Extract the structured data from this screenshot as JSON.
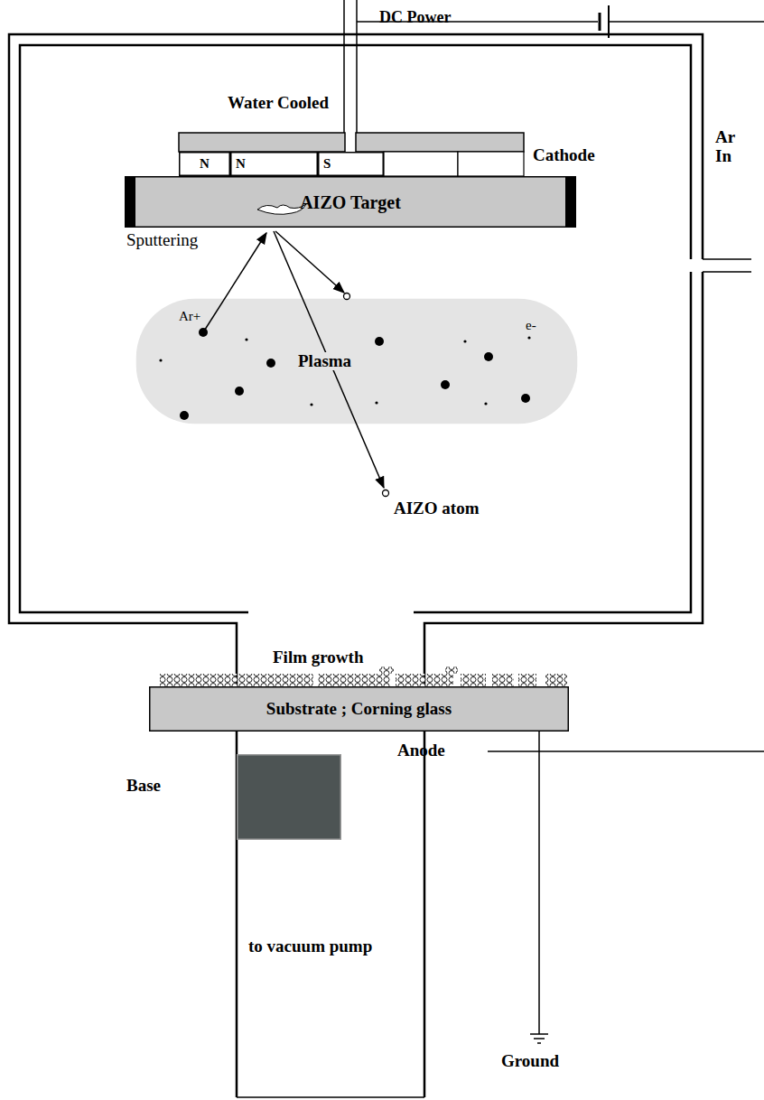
{
  "diagram": {
    "nodes": [
      {
        "text": [
          "N"
        ]
      },
      {
        "text": [
          "N"
        ]
      },
      {
        "text": [
          "S"
        ]
      },
      {
        "text": [
          "AIZO Target"
        ]
      },
      {
        "text": [
          "Plasma"
        ]
      },
      {
        "text": [
          "Substrate ; Corning glass"
        ]
      },
      {
        "text": [
          "Anode"
        ]
      }
    ],
    "labels": [
      "DC Power",
      "Water Cooled",
      "Cathode",
      "Ar In",
      "Sputtering",
      "Ar+",
      "e-",
      "AIZO atom",
      "Film growth",
      "Base",
      "to vacuum pump",
      "Ground"
    ]
  }
}
